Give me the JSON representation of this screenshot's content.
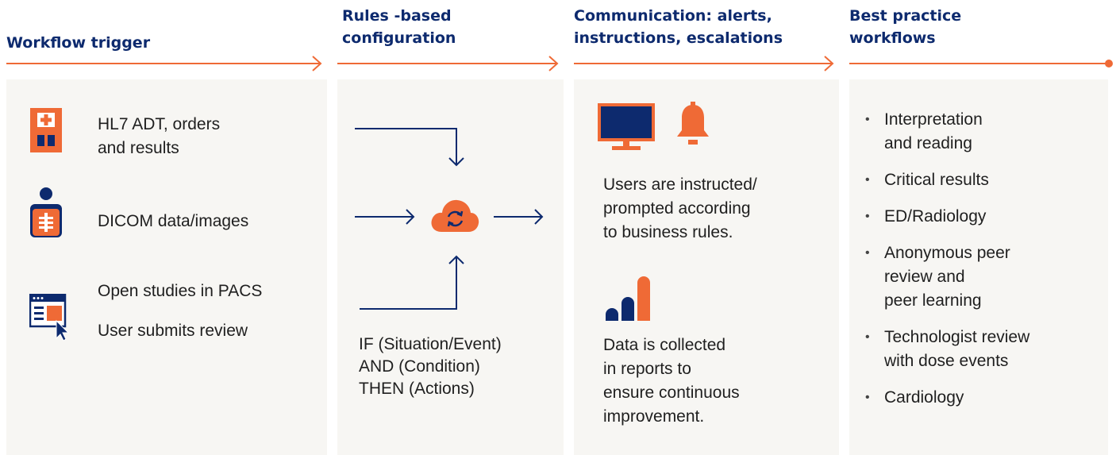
{
  "colors": {
    "navy": "#0d2a6e",
    "orange": "#ef6a36",
    "panel": "#f7f6f3"
  },
  "columns": [
    {
      "header": "Workflow trigger",
      "items": [
        {
          "icon": "hospital-icon",
          "text": "HL7 ADT, orders\nand results"
        },
        {
          "icon": "patient-xray-icon",
          "text": "DICOM data/images"
        },
        {
          "icon": "browser-window-icon",
          "line1": "Open studies in PACS",
          "line2": "User submits review"
        }
      ]
    },
    {
      "header": "Rules -based\nconfiguration",
      "rule_text": "IF (Situation/Event)\nAND (Condition)\nTHEN (Actions)",
      "icon": "cloud-sync-icon"
    },
    {
      "header": "Communication: alerts,\ninstructions, escalations",
      "prompt_text": "Users are instructed/\nprompted according\nto business rules.",
      "report_text": "Data is collected\nin reports to\nensure continuous\nimprovement.",
      "icons": [
        "monitor-icon",
        "bell-icon",
        "bar-chart-icon"
      ]
    },
    {
      "header": "Best practice\nworkflows",
      "bullets": [
        "Interpretation\nand reading",
        "Critical results",
        "ED/Radiology",
        "Anonymous peer\nreview and\npeer learning",
        "Technologist review\nwith dose events",
        "Cardiology"
      ]
    }
  ]
}
